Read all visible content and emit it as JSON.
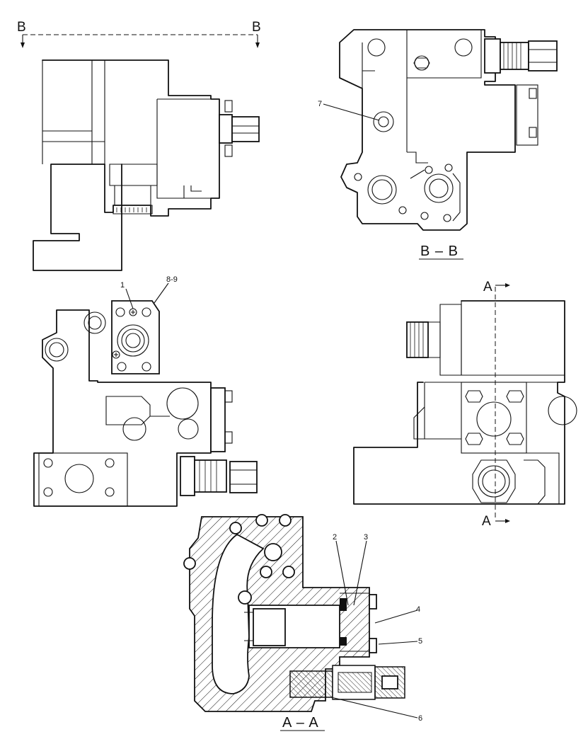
{
  "view_markers": {
    "b_left": "B",
    "b_right": "B",
    "a_top": "A",
    "a_bottom": "A"
  },
  "section_titles": {
    "bb": "B – B",
    "aa": "A – A"
  },
  "callouts": {
    "c1": "1",
    "c2": "2",
    "c3": "3",
    "c4": "4",
    "c5": "5",
    "c6": "6",
    "c7": "7",
    "c89": "8-9"
  }
}
